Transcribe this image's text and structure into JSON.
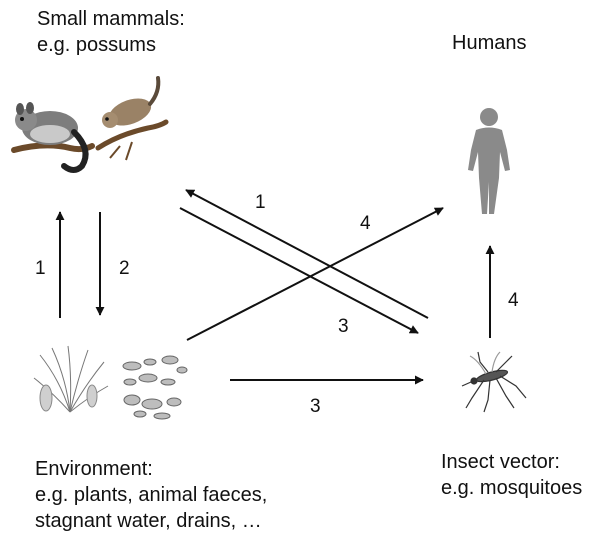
{
  "nodes": {
    "mammals": {
      "title": "Small mammals:",
      "example": "e.g. possums",
      "icon": "possum-illustrations"
    },
    "humans": {
      "title": "Humans",
      "icon": "human-silhouette"
    },
    "environment": {
      "title": "Environment:",
      "line2": "e.g. plants, animal faeces,",
      "line3": "stagnant water, drains, …",
      "icon": "plant-and-faeces-sketches"
    },
    "vector": {
      "title": "Insect vector:",
      "example": "e.g. mosquitoes",
      "icon": "mosquito-illustration"
    }
  },
  "edges": [
    {
      "from": "environment",
      "to": "mammals",
      "label": "1"
    },
    {
      "from": "mammals",
      "to": "environment",
      "label": "2"
    },
    {
      "from": "vector",
      "to": "mammals",
      "label": "1"
    },
    {
      "from": "environment",
      "to": "humans",
      "label": "4"
    },
    {
      "from": "mammals",
      "to": "vector",
      "label": "3"
    },
    {
      "from": "environment",
      "to": "vector",
      "label": "3"
    },
    {
      "from": "vector",
      "to": "humans",
      "label": "4"
    }
  ],
  "colors": {
    "arrow": "#111111",
    "human": "#8a8a8a",
    "possum_fur": "#7d7d7d",
    "branch": "#6b4a2a"
  }
}
